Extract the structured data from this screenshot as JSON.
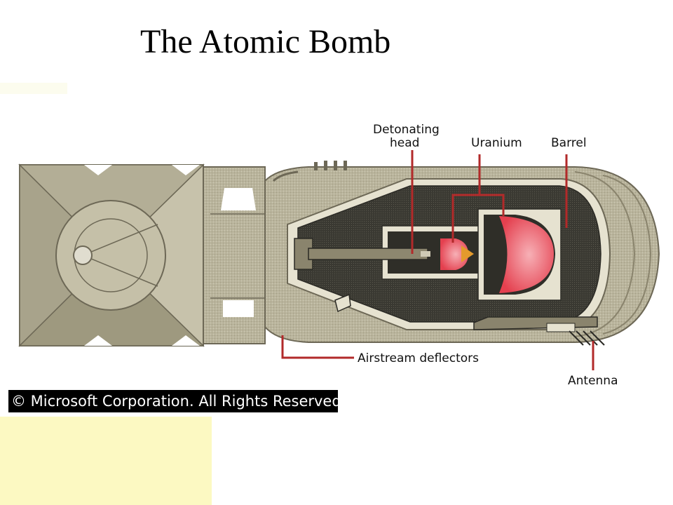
{
  "title": "The Atomic Bomb",
  "labels": {
    "detonating_head_line1": "Detonating",
    "detonating_head_line2": "head",
    "uranium": "Uranium",
    "barrel": "Barrel",
    "airstream_deflectors": "Airstream deflectors",
    "antenna": "Antenna"
  },
  "copyright": "© Microsoft Corporation. All Rights Reserved.",
  "colors": {
    "casing": "#b7b29a",
    "casing_dark": "#8a846d",
    "interior": "#3b3a33",
    "uranium": "#ee5a66",
    "uranium_light": "#f6b4b8",
    "leader_lines": "#b22a2a",
    "arrow": "#e49a2c",
    "yellow_box": "#fcf9c2"
  }
}
